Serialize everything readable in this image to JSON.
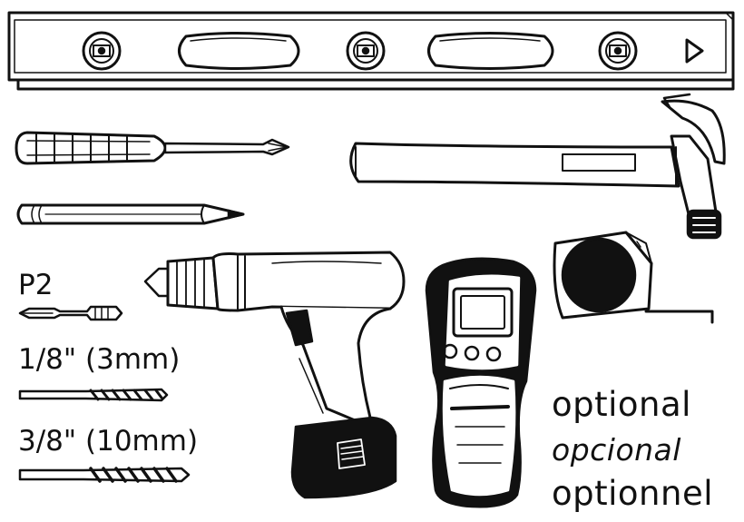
{
  "tools": {
    "bit_label": "P2",
    "drill_bit_small_label": "1/8\" (3mm)",
    "drill_bit_large_label": "3/8\" (10mm)"
  },
  "optional": {
    "en": "optional",
    "es": "opcional",
    "fr": "optionnel"
  },
  "colors": {
    "ink": "#111111",
    "paper": "#ffffff"
  }
}
